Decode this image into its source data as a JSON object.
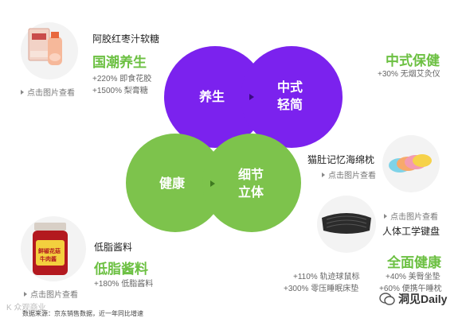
{
  "diagram": {
    "top_pair": {
      "left_label": "养生",
      "right_label_line1": "中式",
      "right_label_line2": "轻简"
    },
    "bottom_pair": {
      "left_label": "健康",
      "right_label_line1": "细节",
      "right_label_line2": "立体"
    }
  },
  "products": {
    "ejiao": {
      "title": "阿胶红枣汁软糖",
      "category": "国潮养生",
      "stats": [
        "+220% 即食花胶",
        "+1500% 梨膏糖"
      ],
      "view_label": "点击图片查看"
    },
    "chinese": {
      "category": "中式保健",
      "stats": [
        "+30% 无烟艾灸仪"
      ]
    },
    "pillow": {
      "title": "猫肚记忆海绵枕",
      "view_label": "点击图片查看"
    },
    "keyboard": {
      "title": "人体工学键盘",
      "view_label": "点击图片查看"
    },
    "sauce": {
      "title": "低脂酱料",
      "category": "低脂酱料",
      "stats": [
        "+180% 低脂酱料"
      ],
      "view_label": "点击图片查看",
      "jar_text1": "鲜椒花菇",
      "jar_text2": "牛肉酱"
    },
    "health": {
      "category": "全面健康",
      "stats_left": [
        "+110% 轨迹球鼠标",
        "+300% 零压睡眠床垫"
      ],
      "stats_right": [
        "+40% 美臀坐垫",
        "+60% 便携午睡枕"
      ]
    }
  },
  "footer": {
    "source": "数据来源：京东销售数据，近一年同比增速",
    "watermark": "K 众观商业",
    "brand": "洞见Daily"
  },
  "colors": {
    "purple": "#7b22ee",
    "green": "#7dc34c",
    "accent_green_text": "#6cc042"
  }
}
